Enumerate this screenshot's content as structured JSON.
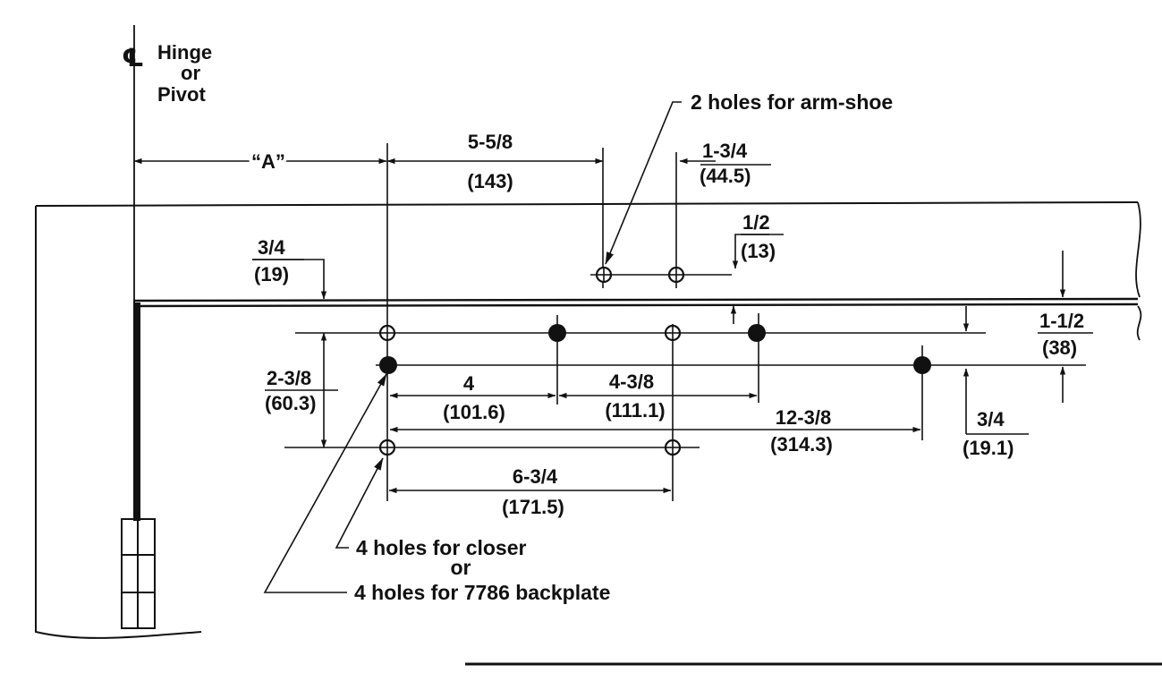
{
  "labels": {
    "centerline_symbol": "℄",
    "hinge_line1": "Hinge",
    "hinge_line2": "or",
    "hinge_line3": "Pivot",
    "dim_a": "“A”",
    "arm_shoe_note": "2 holes for arm-shoe",
    "closer_note": "4 holes for closer",
    "or_word": "or",
    "backplate_note": "4 holes for 7786 backplate"
  },
  "dimensions": [
    {
      "id": "d-5-5-8",
      "inch": "5-5/8",
      "mm": "(143)"
    },
    {
      "id": "d-1-3-4",
      "inch": "1-3/4",
      "mm": "(44.5)"
    },
    {
      "id": "d-1-2",
      "inch": "1/2",
      "mm": "(13)"
    },
    {
      "id": "d-3-4-top",
      "inch": "3/4",
      "mm": "(19)"
    },
    {
      "id": "d-1-1-2",
      "inch": "1-1/2",
      "mm": "(38)"
    },
    {
      "id": "d-2-3-8",
      "inch": "2-3/8",
      "mm": "(60.3)"
    },
    {
      "id": "d-4",
      "inch": "4",
      "mm": "(101.6)"
    },
    {
      "id": "d-4-3-8",
      "inch": "4-3/8",
      "mm": "(111.1)"
    },
    {
      "id": "d-12-3-8",
      "inch": "12-3/8",
      "mm": "(314.3)"
    },
    {
      "id": "d-3-4-right",
      "inch": "3/4",
      "mm": "(19.1)"
    },
    {
      "id": "d-6-3-4",
      "inch": "6-3/4",
      "mm": "(171.5)"
    }
  ],
  "colors": {
    "ink": "#111111",
    "paper": "#ffffff"
  }
}
